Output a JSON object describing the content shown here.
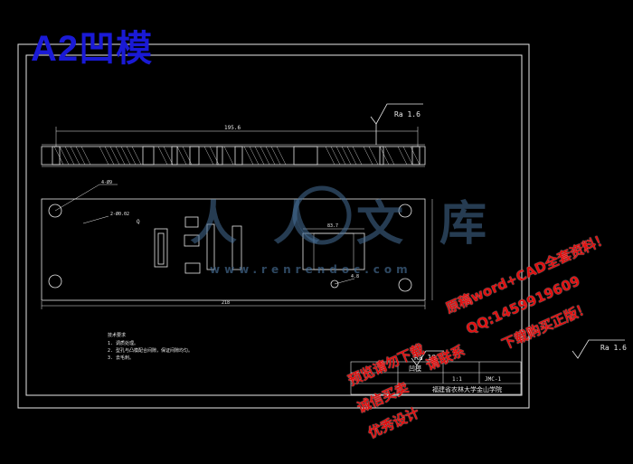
{
  "header": {
    "title": "A2凹模"
  },
  "drawing": {
    "roughness_top": "Ra 1.6",
    "roughness_right": "Ra 1.6",
    "roughness_table": "Ra 10",
    "dim_top_length": "195.6",
    "dim_bottom_length": "218",
    "dim_hole_big": "4-Ø9",
    "dim_hole_small": "2-Ø0.02",
    "dim_slot": "83.7",
    "dim_small_hole": "4.8",
    "label_q": "Q",
    "notes_title": "技术要求",
    "notes": [
      "1. 调质处理。",
      "2. 型孔与凸模配合间隙，保证间隙均匀。",
      "3. 去毛刺。"
    ],
    "title_block": {
      "school": "福建省农林大学金山学院",
      "part": "凹模",
      "drawing_no": "JMC-1",
      "scale": "1:1"
    }
  },
  "watermark": {
    "chars": "人人文库",
    "url": "www.renrendoc.com"
  },
  "promo": {
    "line1": "原稿word+CAD全套资料！",
    "line2": "QQ:1459919609",
    "line3": "下载购买正版！",
    "line4": "预览请勿下载",
    "line5": "请联系",
    "line6": "诚信买卖",
    "line7": "优秀设计"
  },
  "colors": {
    "background": "#000000",
    "lines": "#ffffff",
    "title": "#1a1ad6",
    "promo": "#e01010",
    "watermark": "#46769a"
  }
}
